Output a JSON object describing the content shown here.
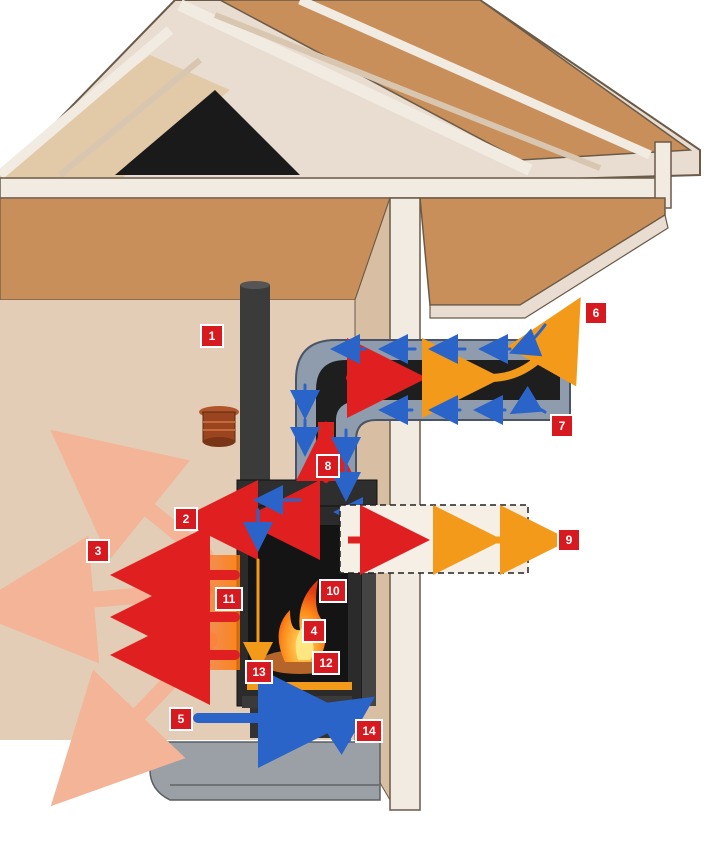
{
  "callouts": {
    "c1": "1",
    "c2": "2",
    "c3": "3",
    "c4": "4",
    "c5": "5",
    "c6": "6",
    "c7": "7",
    "c8": "8",
    "c9": "9",
    "c10": "10",
    "c11": "11",
    "c12": "12",
    "c13": "13",
    "c14": "14"
  },
  "colors": {
    "roof_panel": "#c98f5a",
    "roof_panel_light": "#e2c9a8",
    "trim": "#e8ddd0",
    "wall": "#e3cdb6",
    "ceiling": "#c98f5a",
    "chimney": "#3b3b3b",
    "stove": "#2e2e2e",
    "duct_outer": "#8e9cae",
    "duct_inner": "#1e1e1e",
    "badge": "#d71920",
    "arrow_red": "#e02020",
    "arrow_orange": "#f39a1a",
    "arrow_blue": "#2a64c8",
    "heat_glow": "#f4b497"
  },
  "icons": {
    "fan_vent": "vent-cap-icon",
    "flame": "flame-icon"
  }
}
